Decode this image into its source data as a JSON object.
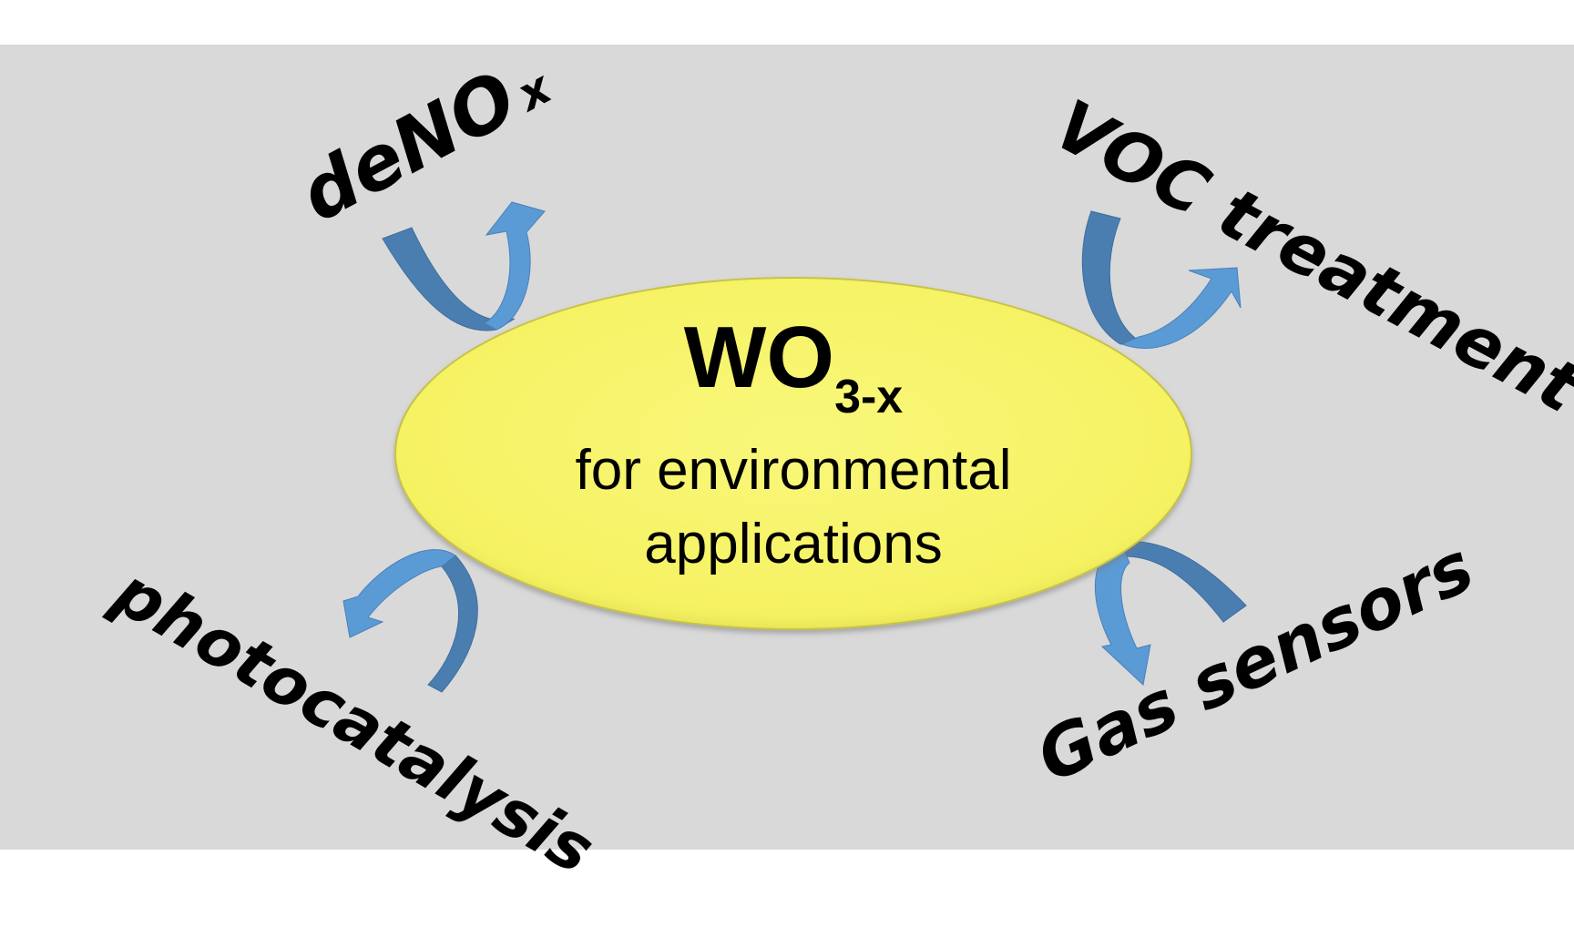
{
  "diagram": {
    "center": {
      "title_main": "WO",
      "title_subscript": "3-x",
      "line1": "for environmental",
      "line2": "applications",
      "fill_color": "#f7f56a"
    },
    "applications": [
      {
        "id": "denox",
        "label_main": "deNO",
        "label_subscript": "x",
        "position": "top-left"
      },
      {
        "id": "voc",
        "label": "VOC treatment",
        "position": "top-right"
      },
      {
        "id": "photocatalysis",
        "label": "photocatalysis",
        "position": "bottom-left"
      },
      {
        "id": "gas-sensors",
        "label": "Gas sensors",
        "position": "bottom-right"
      }
    ],
    "colors": {
      "background_panel": "#d9d9d9",
      "arrow_dark": "#4a7eb0",
      "arrow_light": "#5b9bd5",
      "text": "#000000"
    }
  }
}
